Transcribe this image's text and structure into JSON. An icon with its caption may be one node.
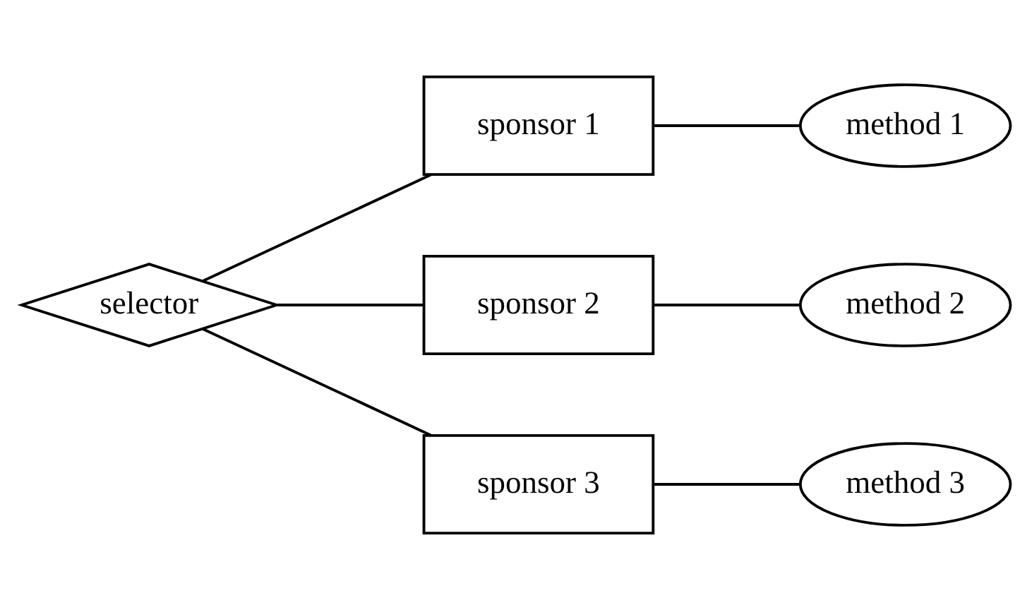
{
  "diagram": {
    "nodes": [
      {
        "text": [
          "selector"
        ]
      },
      {
        "text": [
          "sponsor 1"
        ]
      },
      {
        "text": [
          "sponsor 2"
        ]
      },
      {
        "text": [
          "sponsor 3"
        ]
      },
      {
        "text": [
          "method 1"
        ]
      },
      {
        "text": [
          "method 2"
        ]
      },
      {
        "text": [
          "method 3"
        ]
      }
    ],
    "edges": [
      {
        "from": 0,
        "to": 1,
        "arrow": "none"
      },
      {
        "from": 0,
        "to": 2,
        "arrow": "none"
      },
      {
        "from": 0,
        "to": 3,
        "arrow": "none"
      },
      {
        "from": 1,
        "to": 4,
        "arrow": "none"
      },
      {
        "from": 2,
        "to": 5,
        "arrow": "none"
      },
      {
        "from": 3,
        "to": 6,
        "arrow": "none"
      }
    ]
  }
}
